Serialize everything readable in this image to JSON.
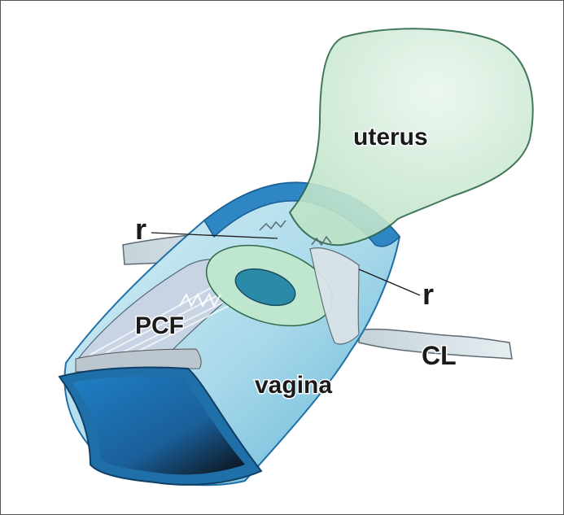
{
  "labels": {
    "uterus": "uterus",
    "r_left": "r",
    "r_right": "r",
    "pcf": "PCF",
    "cl": "CL",
    "vagina": "vagina"
  },
  "colors": {
    "uterus_fill": "#cfe9d6",
    "vagina_fill": "#bfe3ee",
    "vagina_dark": "#1f78b8",
    "ligament_fill": "#d2dde3",
    "fascia_fill": "#aab7c3"
  }
}
